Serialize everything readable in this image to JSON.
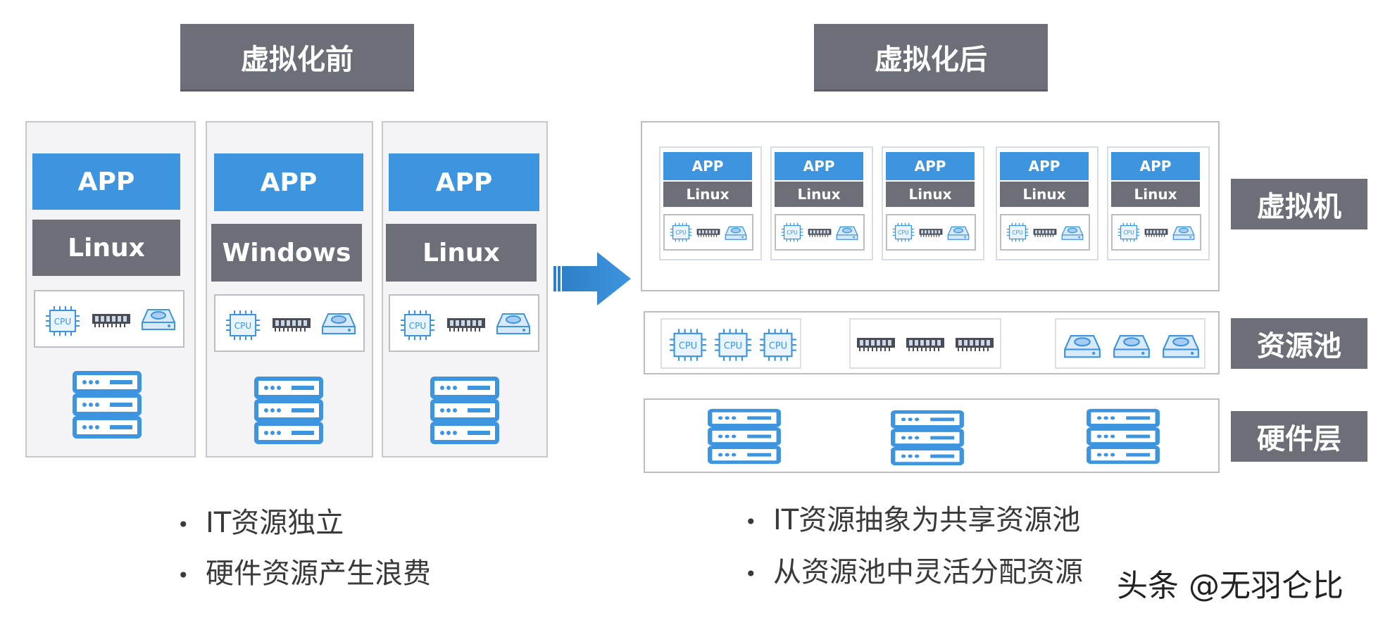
{
  "headers": {
    "before": "虚拟化前",
    "after": "虚拟化后"
  },
  "before_columns": [
    {
      "app": "APP",
      "os": "Linux"
    },
    {
      "app": "APP",
      "os": "Windows"
    },
    {
      "app": "APP",
      "os": "Linux"
    }
  ],
  "cpu_label": "CPU",
  "vms": [
    {
      "app": "APP",
      "os": "Linux"
    },
    {
      "app": "APP",
      "os": "Linux"
    },
    {
      "app": "APP",
      "os": "Linux"
    },
    {
      "app": "APP",
      "os": "Linux"
    },
    {
      "app": "APP",
      "os": "Linux"
    }
  ],
  "layer_labels": {
    "vm": "虚拟机",
    "pool": "资源池",
    "hardware": "硬件层"
  },
  "before_bullets": [
    "IT资源独立",
    "硬件资源产生浪费"
  ],
  "after_bullets": [
    "IT资源抽象为共享资源池",
    "从资源池中灵活分配资源"
  ],
  "watermark": "头条 @无羽仑比",
  "colors": {
    "accent_blue": "#3d95df",
    "dark_gray": "#6c6f78",
    "panel_bg": "#f4f4f6"
  }
}
